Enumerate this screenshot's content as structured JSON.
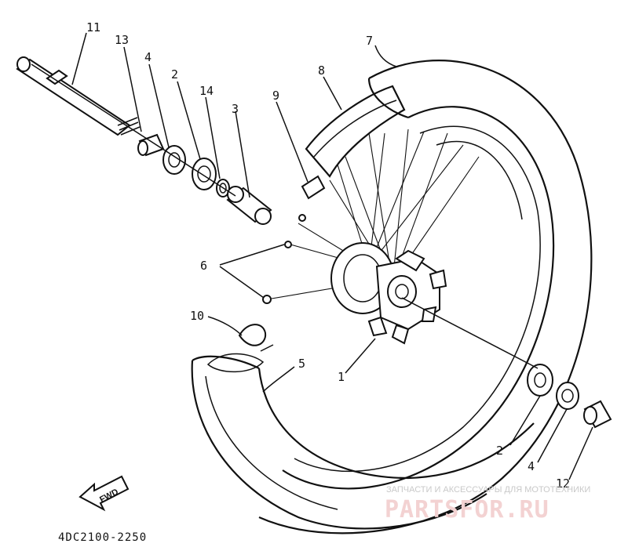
{
  "diagram": {
    "callouts": [
      {
        "id": "c11",
        "text": "11"
      },
      {
        "id": "c13",
        "text": "13"
      },
      {
        "id": "c4a",
        "text": "4"
      },
      {
        "id": "c2a",
        "text": "2"
      },
      {
        "id": "c14",
        "text": "14"
      },
      {
        "id": "c3",
        "text": "3"
      },
      {
        "id": "c9",
        "text": "9"
      },
      {
        "id": "c8",
        "text": "8"
      },
      {
        "id": "c7",
        "text": "7"
      },
      {
        "id": "c6",
        "text": "6"
      },
      {
        "id": "c10",
        "text": "10"
      },
      {
        "id": "c5",
        "text": "5"
      },
      {
        "id": "c1",
        "text": "1"
      },
      {
        "id": "c2b",
        "text": "2"
      },
      {
        "id": "c4b",
        "text": "4"
      },
      {
        "id": "c12",
        "text": "12"
      }
    ],
    "part_code": "4DC2100-2250",
    "fwd_label": "FWD"
  },
  "watermark": {
    "top_text": "ЗАПЧАСТИ И АКСЕССУАРЫ ДЛЯ МОТОТЕХНИКИ",
    "logo_text": "PARTSFOR.RU"
  }
}
